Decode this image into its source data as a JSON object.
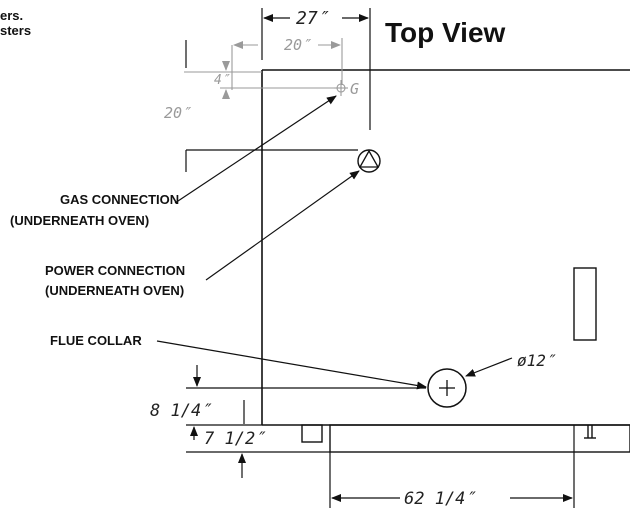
{
  "header_fragment": {
    "line1": "ers.",
    "line2": "sters"
  },
  "title": "Top View",
  "dimensions": {
    "top_27": "27″",
    "top_20": "20″",
    "small_4": "4″",
    "left_20": "20″",
    "flue_dia": "ø12″",
    "eight_quarter": "8 1/4″",
    "seven_half": "7 1/2″",
    "bottom_62": "62 1/4″"
  },
  "markers": {
    "gas": "G"
  },
  "callouts": {
    "gas_line1": "GAS CONNECTION",
    "gas_line2": "(UNDERNEATH OVEN)",
    "power_line1": "POWER CONNECTION",
    "power_line2": "(UNDERNEATH OVEN)",
    "flue": "FLUE COLLAR"
  }
}
